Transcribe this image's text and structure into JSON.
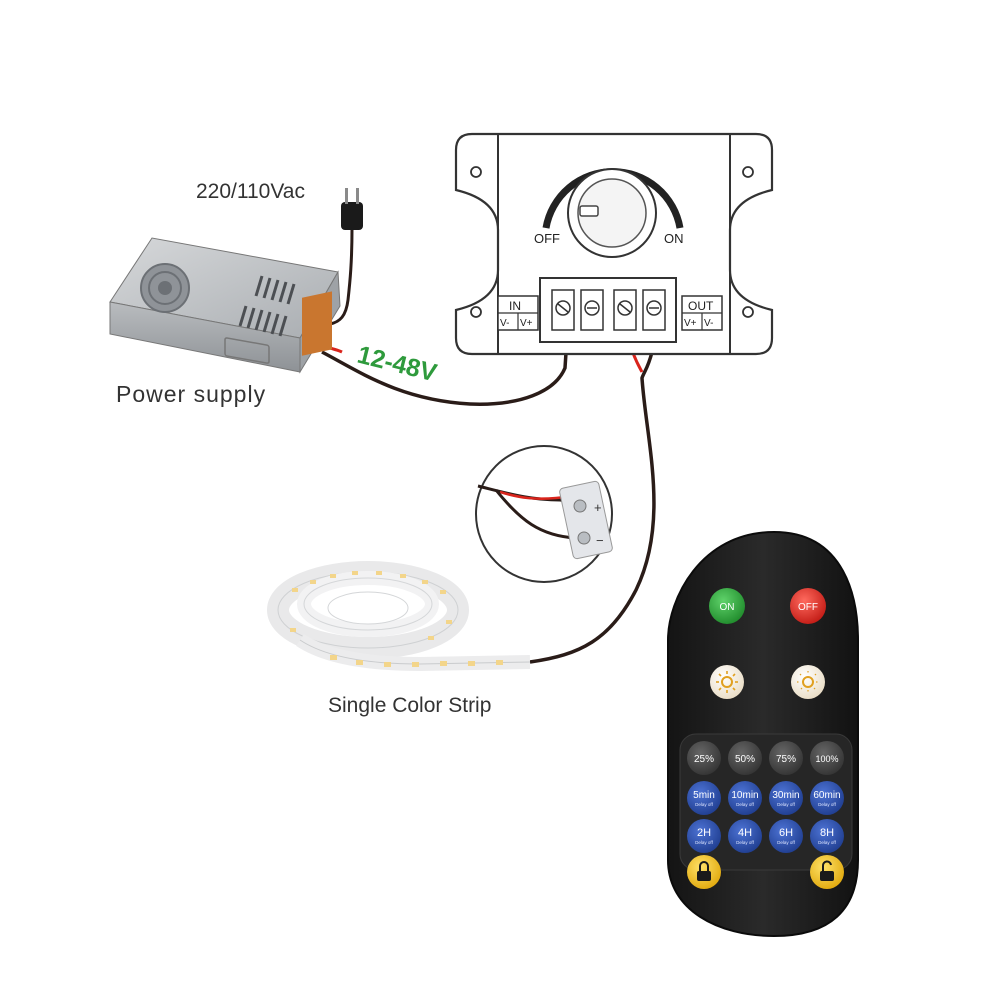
{
  "labels": {
    "mains": "220/110Vac",
    "power_supply": "Power supply",
    "voltage": "12-48V",
    "strip": "Single Color Strip"
  },
  "dimmer": {
    "off_label": "OFF",
    "on_label": "ON",
    "in_label": "IN",
    "in_terminals": [
      "V-",
      "V+"
    ],
    "out_label": "OUT",
    "out_terminals": [
      "V+",
      "V-"
    ]
  },
  "strip_detail": {
    "plus": "+",
    "minus": "−"
  },
  "remote": {
    "on_label": "ON",
    "off_label": "OFF",
    "levels": [
      "25%",
      "50%",
      "75%",
      "100%"
    ],
    "timers_min": [
      {
        "main": "5min",
        "sub": "Delay off"
      },
      {
        "main": "10min",
        "sub": "Delay off"
      },
      {
        "main": "30min",
        "sub": "Delay off"
      },
      {
        "main": "60min",
        "sub": "Delay off"
      }
    ],
    "timers_hour": [
      {
        "main": "2H",
        "sub": "Delay off"
      },
      {
        "main": "4H",
        "sub": "Delay off"
      },
      {
        "main": "6H",
        "sub": "Delay off"
      },
      {
        "main": "8H",
        "sub": "Delay off"
      }
    ]
  },
  "colors": {
    "voltage_green": "#2e9a3c",
    "wire_red": "#d9241c",
    "wire_black": "#2a1c18",
    "remote_body": "#1f1f1f",
    "on_button": "#2eaa3a",
    "off_button": "#e02a22",
    "level_button": "#4a4a4a",
    "timer_button": "#2b4fa8",
    "lock_button": "#f2c31b"
  },
  "icons": [
    "plug-icon",
    "knob-icon",
    "brightness-up-icon",
    "brightness-down-icon",
    "lock-icon",
    "unlock-icon"
  ]
}
